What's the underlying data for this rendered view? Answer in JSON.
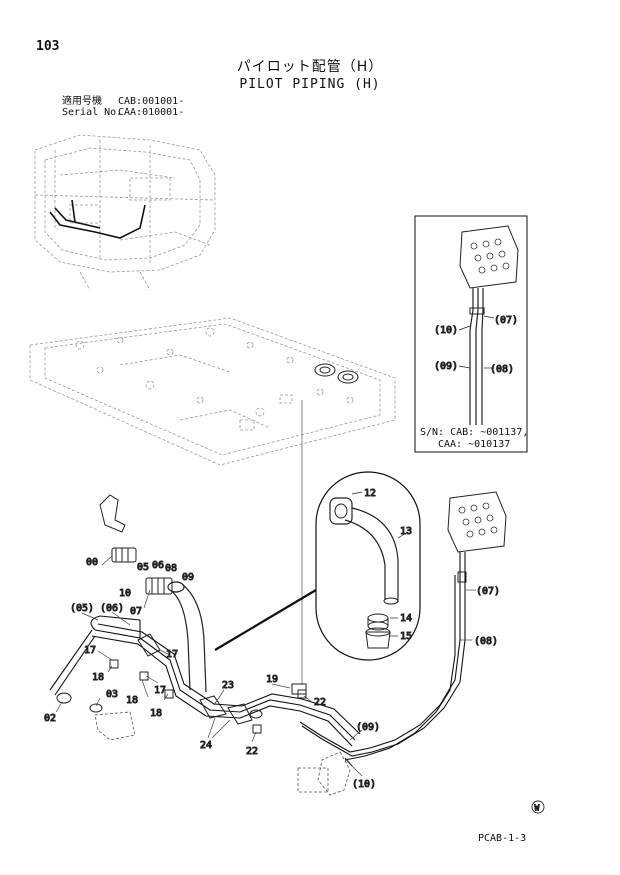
{
  "header": {
    "page_number": "103",
    "title_ja": "パイロット配管（H）",
    "title_en": "PILOT PIPING (H)",
    "applicability_ja": "適用号機",
    "applicability_cab": "CAB:001001-",
    "serial_label": "Serial No.",
    "serial_caa": "CAA:010001-"
  },
  "inset": {
    "sn_line1": "S/N: CAB: ~001137,",
    "sn_line2": "CAA: ~010137",
    "callouts": [
      "(07)",
      "(10)",
      "(09)",
      "(08)"
    ]
  },
  "callouts": {
    "c12": "12",
    "c13": "13",
    "c14": "14",
    "c15": "15",
    "c00": "00",
    "c05": "05",
    "c06": "06",
    "c08": "08",
    "c09": "09",
    "c10": "10",
    "c07": "07",
    "p05": "(05)",
    "p06": "(06)",
    "c17a": "17",
    "c17b": "17",
    "c17c": "17",
    "c18a": "18",
    "c18b": "18",
    "c18c": "18",
    "c03": "03",
    "c02": "02",
    "c23": "23",
    "c24": "24",
    "c19": "19",
    "c22a": "22",
    "c22b": "22",
    "p09": "(09)",
    "p10": "(10)",
    "p07": "(07)",
    "p08": "(08)",
    "mark_w": "W"
  },
  "footer": {
    "doc_code": "PCAB-1-3"
  }
}
